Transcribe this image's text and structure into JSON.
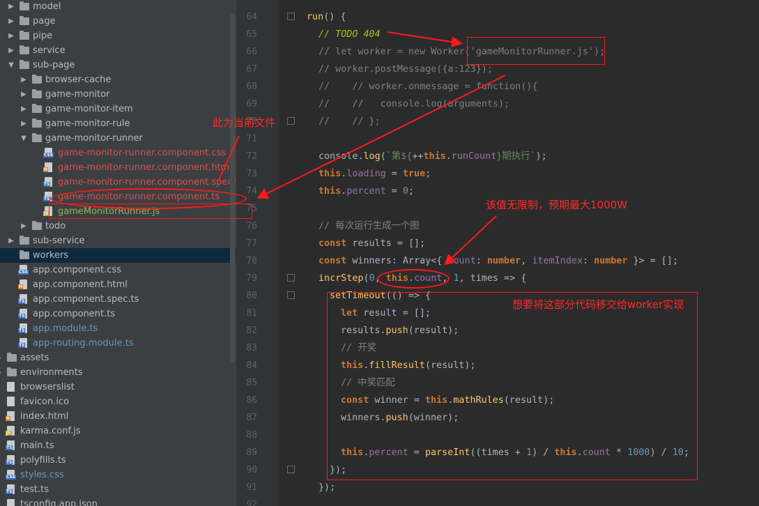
{
  "tree": {
    "items": [
      {
        "label": "model",
        "type": "folder",
        "indent": 0,
        "arrow": "▶"
      },
      {
        "label": "page",
        "type": "folder",
        "indent": 0,
        "arrow": "▶"
      },
      {
        "label": "pipe",
        "type": "folder",
        "indent": 0,
        "arrow": "▶"
      },
      {
        "label": "service",
        "type": "folder",
        "indent": 0,
        "arrow": "▶"
      },
      {
        "label": "sub-page",
        "type": "folder",
        "indent": 0,
        "arrow": "▼"
      },
      {
        "label": "browser-cache",
        "type": "folder",
        "indent": 1,
        "arrow": "▶"
      },
      {
        "label": "game-monitor",
        "type": "folder",
        "indent": 1,
        "arrow": "▶"
      },
      {
        "label": "game-monitor-item",
        "type": "folder",
        "indent": 1,
        "arrow": "▶"
      },
      {
        "label": "game-monitor-rule",
        "type": "folder",
        "indent": 1,
        "arrow": "▶"
      },
      {
        "label": "game-monitor-runner",
        "type": "folder",
        "indent": 1,
        "arrow": "▼"
      },
      {
        "label": "game-monitor-runner.component.css",
        "type": "file",
        "tag": "CSS",
        "indent": 2,
        "color": "red"
      },
      {
        "label": "game-monitor-runner.component.html",
        "type": "file",
        "tag": "H",
        "indent": 2,
        "color": "red"
      },
      {
        "label": "game-monitor-runner.component.spec.ts",
        "type": "file",
        "tag": "TS",
        "indent": 2,
        "color": "red"
      },
      {
        "label": "game-monitor-runner.component.ts",
        "type": "file",
        "tag": "TS",
        "indent": 2,
        "color": "red"
      },
      {
        "label": "gameMonitorRunner.js",
        "type": "file",
        "tag": "JS",
        "indent": 2,
        "color": "green"
      },
      {
        "label": "todo",
        "type": "folder",
        "indent": 1,
        "arrow": "▶"
      },
      {
        "label": "sub-service",
        "type": "folder",
        "indent": 0,
        "arrow": "▶"
      },
      {
        "label": "workers",
        "type": "folder",
        "indent": 0,
        "selected": true
      },
      {
        "label": "app.component.css",
        "type": "file",
        "tag": "CSS",
        "indent": 0
      },
      {
        "label": "app.component.html",
        "type": "file",
        "tag": "H",
        "indent": 0
      },
      {
        "label": "app.component.spec.ts",
        "type": "file",
        "tag": "TS",
        "indent": 0
      },
      {
        "label": "app.component.ts",
        "type": "file",
        "tag": "TS",
        "indent": 0
      },
      {
        "label": "app.module.ts",
        "type": "file",
        "tag": "TS",
        "indent": 0,
        "color": "blue"
      },
      {
        "label": "app-routing.module.ts",
        "type": "file",
        "tag": "TS",
        "indent": 0,
        "color": "blue"
      },
      {
        "label": "assets",
        "type": "folder",
        "indent": -1,
        "arrow": "▶"
      },
      {
        "label": "environments",
        "type": "folder",
        "indent": -1,
        "arrow": "▶"
      },
      {
        "label": "browserslist",
        "type": "file",
        "tag": "",
        "indent": -1
      },
      {
        "label": "favicon.ico",
        "type": "file",
        "tag": "",
        "indent": -1
      },
      {
        "label": "index.html",
        "type": "file",
        "tag": "H",
        "indent": -1
      },
      {
        "label": "karma.conf.js",
        "type": "file",
        "tag": "JS",
        "indent": -1
      },
      {
        "label": "main.ts",
        "type": "file",
        "tag": "TS",
        "indent": -1
      },
      {
        "label": "polyfills.ts",
        "type": "file",
        "tag": "TS",
        "indent": -1
      },
      {
        "label": "styles.css",
        "type": "file",
        "tag": "CSS",
        "indent": -1,
        "color": "blue"
      },
      {
        "label": "test.ts",
        "type": "file",
        "tag": "TS",
        "indent": -1
      },
      {
        "label": "tsconfig.app.json",
        "type": "file",
        "tag": "",
        "indent": -1
      }
    ]
  },
  "editor": {
    "line_numbers": [
      "64",
      "65",
      "66",
      "67",
      "68",
      "69",
      "70",
      "71",
      "72",
      "73",
      "74",
      "75",
      "76",
      "77",
      "78",
      "79",
      "80",
      "81",
      "82",
      "83",
      "84",
      "85",
      "86",
      "87",
      "88",
      "89",
      "90",
      "91",
      "92"
    ]
  },
  "annotations": {
    "current_file": "此为当前文件",
    "unlimited": "该值无限制，预期最大1000W",
    "move_to_worker": "想要将这部分代码移交给worker实现"
  },
  "colors": {
    "annotation": "#ff1a1a",
    "keyword": "#cc7832",
    "comment": "#808080",
    "string": "#6a8759",
    "number": "#6897bb",
    "property": "#9876aa",
    "function": "#ffc66d"
  }
}
